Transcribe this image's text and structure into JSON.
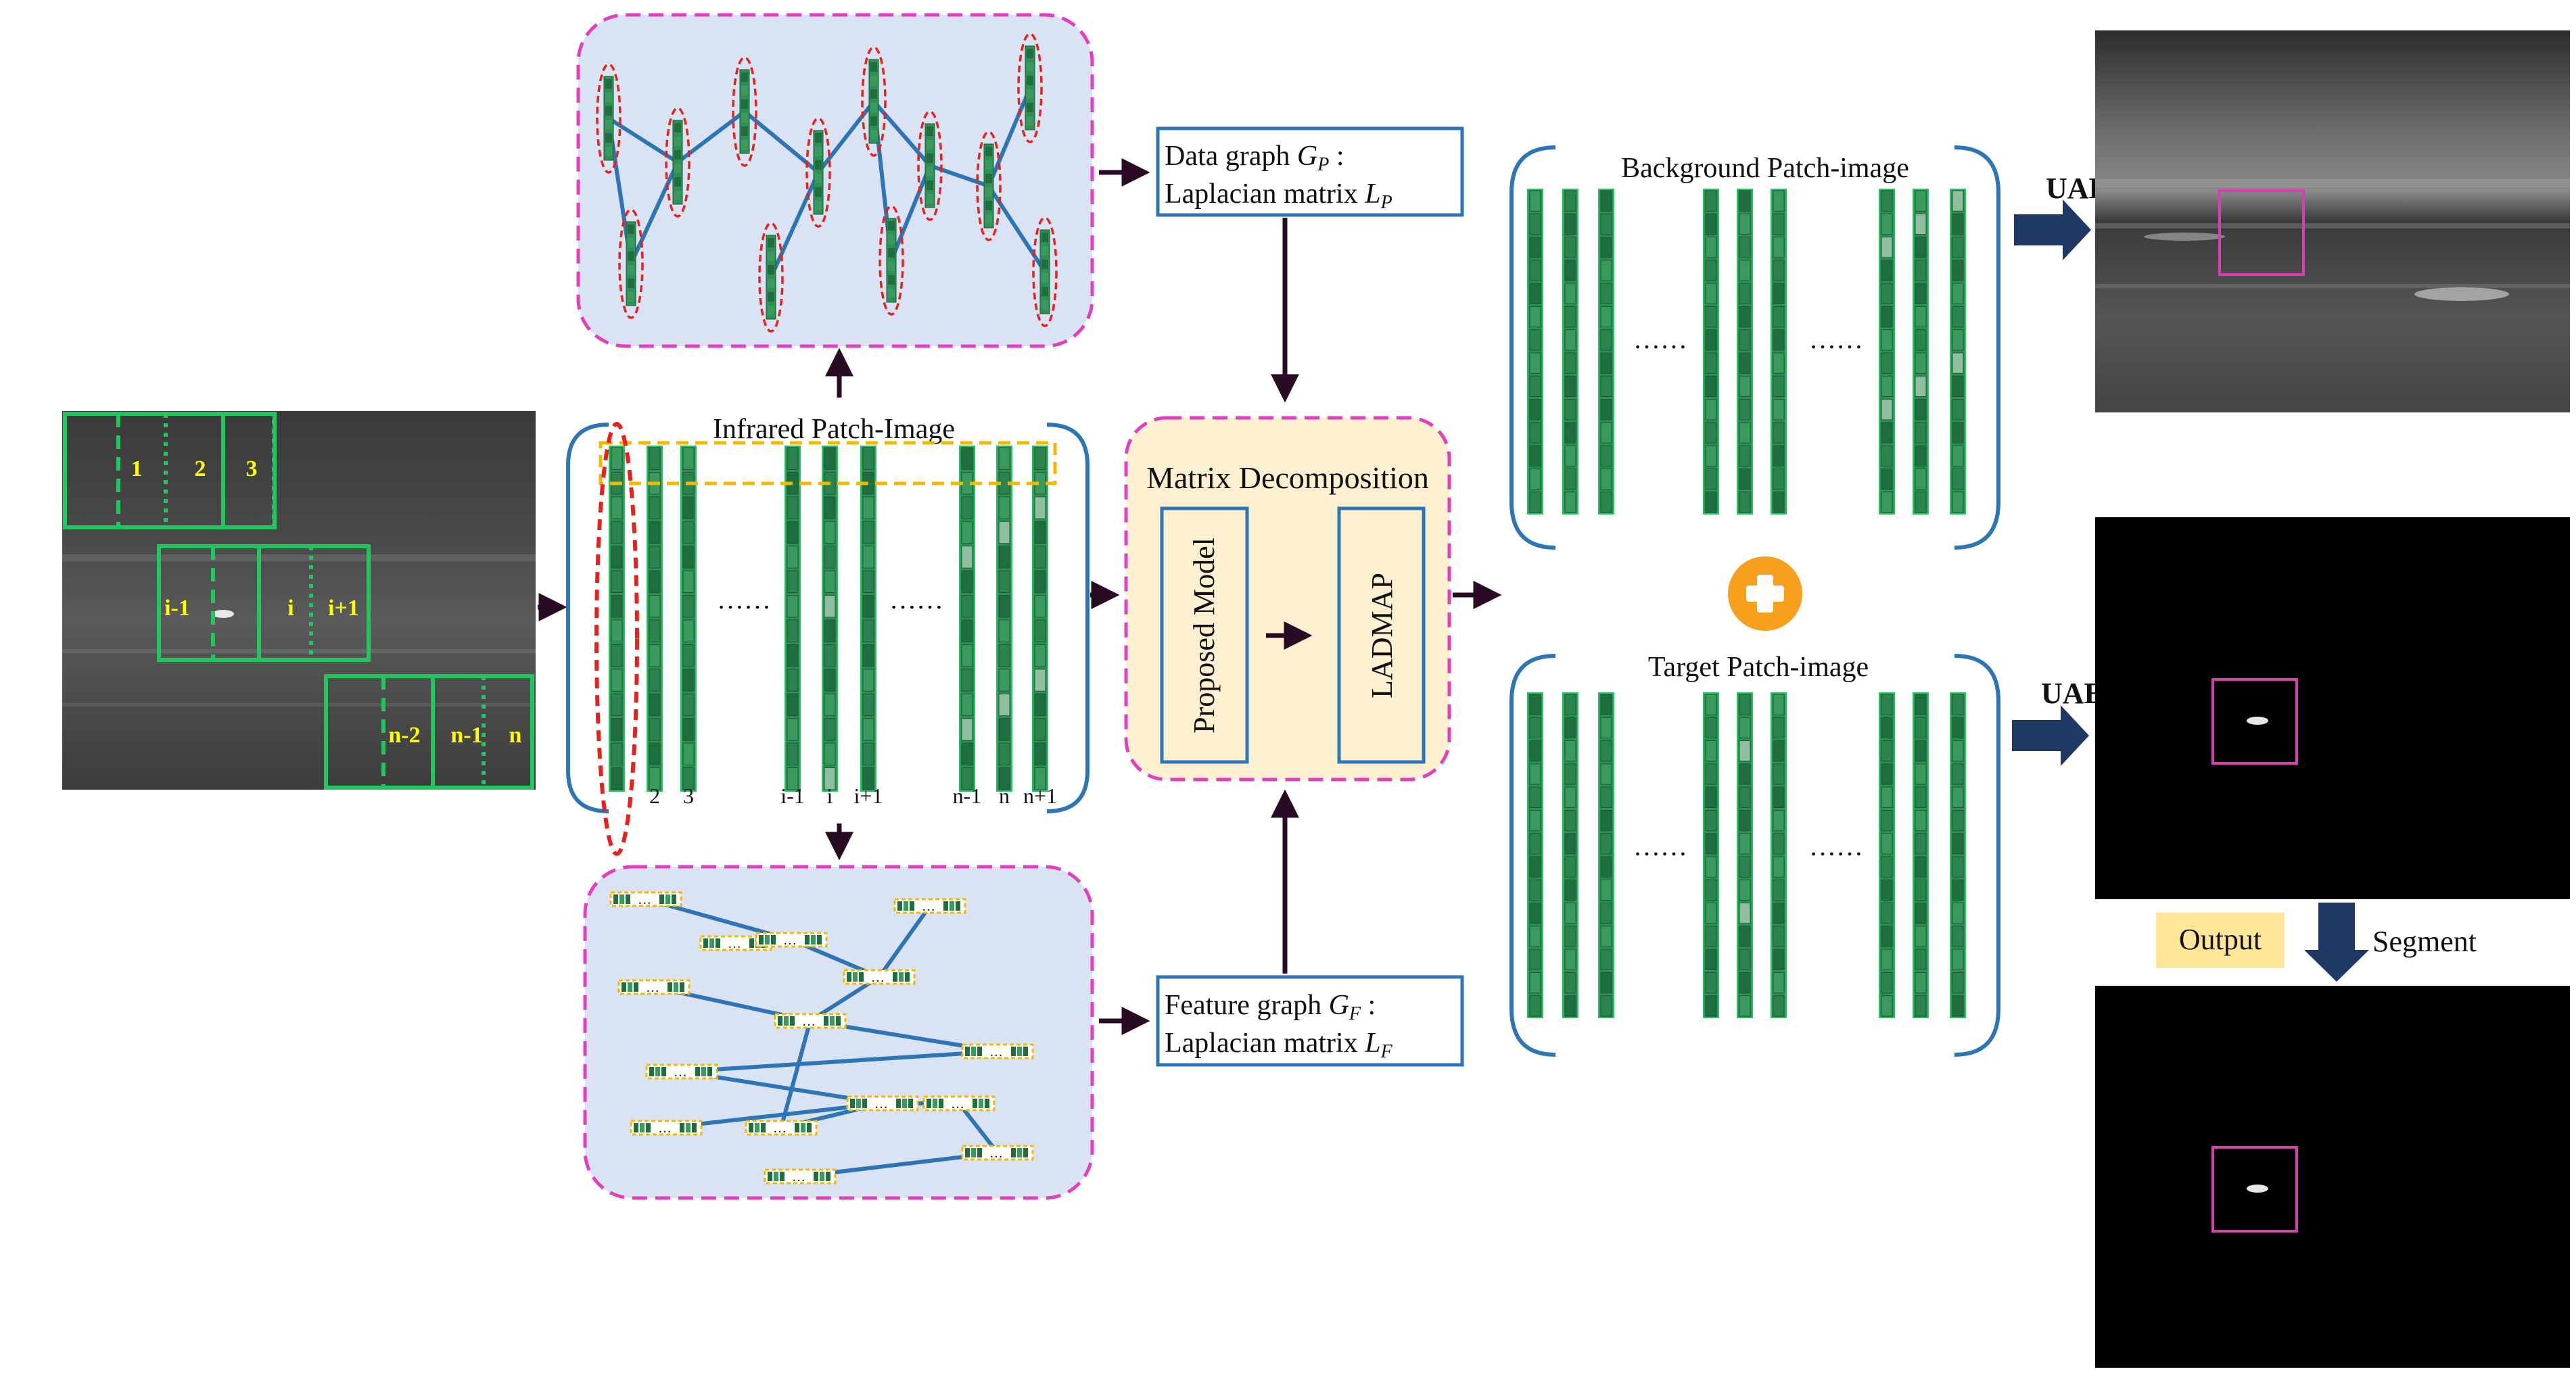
{
  "colors": {
    "accent_blue": "#2e75b6",
    "navy_arrow": "#1f3864",
    "dark_arrow": "#2a0b25",
    "pink_dash": "#e040c0",
    "panel_fill": "#dae3f3",
    "matrix_fill": "#fdf0d0",
    "output_fill": "#ffe699",
    "plus_orange": "#f6a01e",
    "patch_green": "#2f8f55",
    "grid_green": "#22c55e",
    "label_yellow": "#ffff00"
  },
  "input_grid": {
    "labels": [
      "1",
      "2",
      "3",
      "i-1",
      "i",
      "i+1",
      "n-2",
      "n-1",
      "n"
    ]
  },
  "infrared_panel": {
    "title": "Infrared Patch-Image",
    "column_labels": [
      "2",
      "3",
      "i-1",
      "i",
      "i+1",
      "n-1",
      "n",
      "n+1"
    ],
    "ellipsis": "……"
  },
  "data_graph": {
    "line1_prefix": "Data graph ",
    "symbol": "G",
    "symbol_sub": "P",
    "line1_suffix": " :",
    "line2_prefix": "Laplacian matrix ",
    "line2_symbol": "L",
    "line2_sub": "P"
  },
  "feature_graph": {
    "line1_prefix": "Feature graph ",
    "symbol": "G",
    "symbol_sub": "F",
    "line1_suffix": " :",
    "line2_prefix": "Laplacian matrix ",
    "line2_symbol": "L",
    "line2_sub": "F"
  },
  "matrix_decomposition": {
    "title": "Matrix Decomposition",
    "model_label": "Proposed Model",
    "solver_label": "LADMAP"
  },
  "background_panel": {
    "title": "Background Patch-image",
    "ellipsis": "……"
  },
  "target_panel": {
    "title": "Target Patch-image",
    "ellipsis": "……"
  },
  "right_side": {
    "uae_top": "UAE",
    "uae_bottom": "UAE",
    "output_label": "Output",
    "segment_label": "Segment"
  },
  "patch_node_ellipsis": "…"
}
